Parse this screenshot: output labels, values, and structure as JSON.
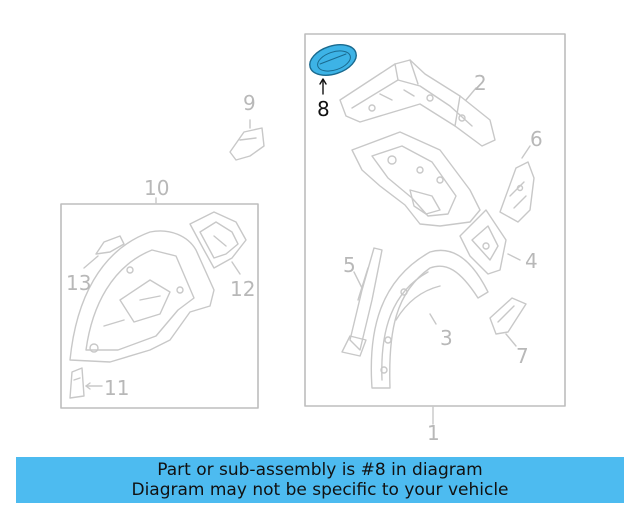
{
  "callouts": {
    "c1": "1",
    "c2": "2",
    "c3": "3",
    "c4": "4",
    "c5": "5",
    "c6": "6",
    "c7": "7",
    "c8": "8",
    "c9": "9",
    "c10": "10",
    "c11": "11",
    "c12": "12",
    "c13": "13"
  },
  "highlighted_part": "8",
  "colors": {
    "highlight_fill": "#3db3e6",
    "banner": "#4dbbf0",
    "line": "#c8c8c8"
  },
  "banner": {
    "line1": "Part or sub-assembly is #8 in diagram",
    "line2": "Diagram may not be specific to your vehicle"
  }
}
